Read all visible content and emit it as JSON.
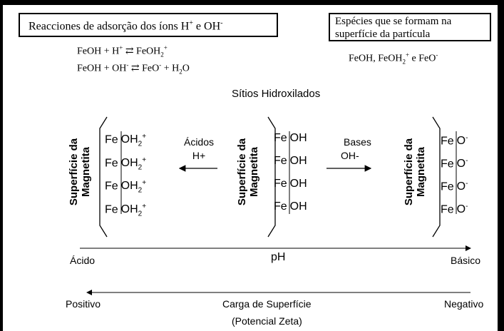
{
  "header": {
    "left_box": {
      "text": "Reacciones de  adsorção dos íons H",
      "sup1": "+",
      "mid": " e OH",
      "sup2": "-"
    },
    "right_box": {
      "line1": "Espécies que se formam na",
      "line2": "superfície da partícula"
    }
  },
  "reactions": {
    "r1": {
      "lhs": "FeOH + H",
      "lhs_sup": "+",
      "arrow": "⇄",
      "rhs": " FeOH",
      "rhs_sub": "2",
      "rhs_sup": "+"
    },
    "r2": {
      "lhs": "FeOH + OH",
      "lhs_sup": "-",
      "arrow": "⇄",
      "rhs": " FeO",
      "rhs_sup": "-",
      "rhs2": " + H",
      "rhs2_sub": "2",
      "rhs2_end": "O"
    }
  },
  "species": {
    "a": "FeOH, FeOH",
    "a_sub": "2",
    "a_sup": "+",
    "b": " e FeO",
    "b_sup": "-"
  },
  "title": "Sítios Hidroxilados",
  "surface_label": {
    "line1": "Superfície da",
    "line2": "Magnetita"
  },
  "left_sites": {
    "fe": "Fe",
    "group": "OH",
    "sub": "2",
    "sup": "+"
  },
  "center_sites": {
    "fe": "Fe",
    "group": "OH"
  },
  "right_sites": {
    "fe": "Fe",
    "group": "O",
    "sup": "-"
  },
  "acid_arrow": {
    "line1": "Ácidos",
    "line2": "H+"
  },
  "base_arrow": {
    "line1": "Bases",
    "line2": "OH-"
  },
  "ph_axis": {
    "left": "Ácido",
    "center": "pH",
    "right": "Básico"
  },
  "charge_axis": {
    "left": "Positivo",
    "center": "Carga de Superfície",
    "center2": "(Potencial Zeta)",
    "right": "Negativo"
  }
}
